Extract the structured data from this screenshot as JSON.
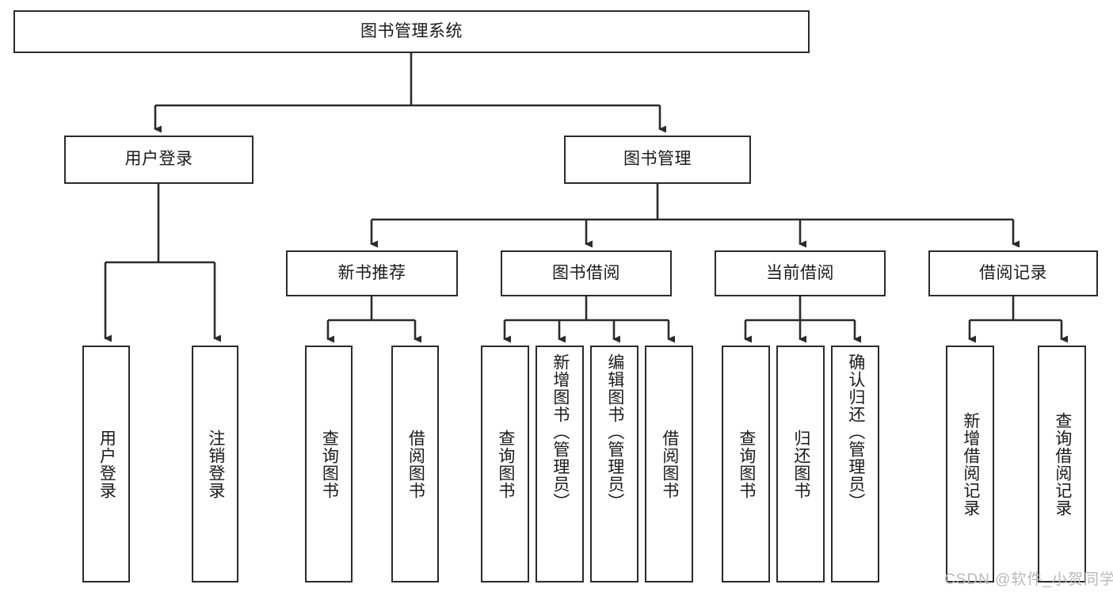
{
  "diagram": {
    "title": "图书管理系统",
    "root": {
      "id": "root",
      "label": "图书管理系统"
    },
    "level1": [
      {
        "id": "user-login",
        "label": "用户登录"
      },
      {
        "id": "book-management",
        "label": "图书管理"
      }
    ],
    "level2": [
      {
        "id": "new-book-recommend",
        "label": "新书推荐",
        "parent": "book-management"
      },
      {
        "id": "book-borrow",
        "label": "图书借阅",
        "parent": "book-management"
      },
      {
        "id": "current-borrow",
        "label": "当前借阅",
        "parent": "book-management"
      },
      {
        "id": "borrow-record",
        "label": "借阅记录",
        "parent": "book-management"
      }
    ],
    "leaves": [
      {
        "id": "leaf-user-login",
        "label": "用户登录",
        "parent": "user-login"
      },
      {
        "id": "leaf-logout",
        "label": "注销登录",
        "parent": "user-login"
      },
      {
        "id": "leaf-query-book-1",
        "label": "查询图书",
        "parent": "new-book-recommend"
      },
      {
        "id": "leaf-borrow-book-1",
        "label": "借阅图书",
        "parent": "new-book-recommend"
      },
      {
        "id": "leaf-query-book-2",
        "label": "查询图书",
        "parent": "book-borrow"
      },
      {
        "id": "leaf-add-book",
        "label": "新增图书（管理员）",
        "parent": "book-borrow"
      },
      {
        "id": "leaf-edit-book",
        "label": "编辑图书（管理员）",
        "parent": "book-borrow"
      },
      {
        "id": "leaf-borrow-book-2",
        "label": "借阅图书",
        "parent": "book-borrow"
      },
      {
        "id": "leaf-query-book-3",
        "label": "查询图书",
        "parent": "current-borrow"
      },
      {
        "id": "leaf-return-book",
        "label": "归还图书",
        "parent": "current-borrow"
      },
      {
        "id": "leaf-confirm-return",
        "label": "确认归还（管理员）",
        "parent": "current-borrow"
      },
      {
        "id": "leaf-add-record",
        "label": "新增借阅记录",
        "parent": "borrow-record"
      },
      {
        "id": "leaf-query-record",
        "label": "查询借阅记录",
        "parent": "borrow-record"
      }
    ]
  },
  "watermark": {
    "text": "CSDN @软件_小贺同学"
  },
  "colors": {
    "stroke": "#2b2b2b",
    "background": "#ffffff",
    "text": "#1a1a1a",
    "watermark": "#b9b9b9"
  }
}
